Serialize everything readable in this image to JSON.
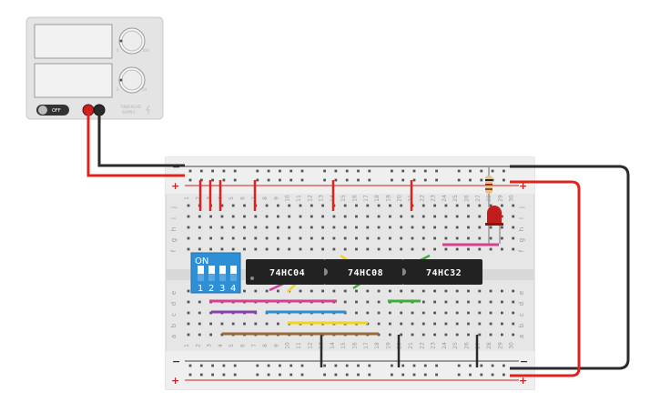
{
  "power_supply": {
    "off_label": "OFF",
    "brand_label": "TINKERCAD",
    "supply_label": "SUPPLY",
    "dial_marks_top": [
      "0",
      "30V"
    ],
    "dial_marks_bottom": [
      "0",
      "5A"
    ]
  },
  "breadboard": {
    "rail_plus": "+",
    "rail_minus": "−",
    "column_count": 30,
    "row_letters_top": [
      "j",
      "i",
      "h",
      "g",
      "f"
    ],
    "row_letters_bottom": [
      "e",
      "d",
      "c",
      "b",
      "a"
    ]
  },
  "dip_switch": {
    "on_label": "ON",
    "numbers": [
      "1",
      "2",
      "3",
      "4"
    ]
  },
  "chips": [
    {
      "label": "74HC04"
    },
    {
      "label": "74HC08"
    },
    {
      "label": "74HC32"
    }
  ],
  "colors": {
    "wire_red": "#e0221f",
    "wire_black": "#2b2b2b",
    "wire_pink": "#d6408f",
    "wire_purple": "#8a3fae",
    "wire_blue": "#2b8fd6",
    "wire_yellow": "#f0d51a",
    "wire_brown": "#9a6a3a",
    "wire_green": "#3fae3f",
    "dip_blue": "#2f8fd6",
    "led_red": "#c21d1d"
  }
}
